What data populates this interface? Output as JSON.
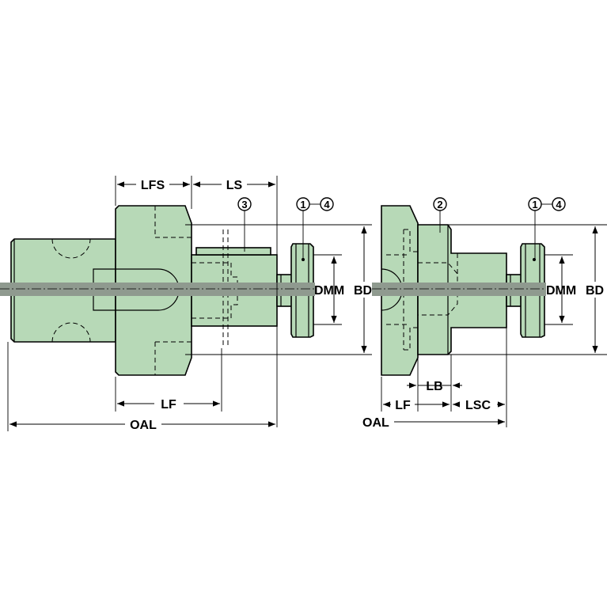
{
  "colors": {
    "body": "#b7d9b7",
    "axis": "#8f9a8f",
    "line": "#000000"
  },
  "left_view": {
    "dimensions": {
      "lfs": "LFS",
      "ls": "LS",
      "lf": "LF",
      "oal": "OAL",
      "dmm": "DMM",
      "bd": "BD"
    },
    "callouts": {
      "three": "3",
      "one": "1",
      "four": "4"
    }
  },
  "right_view": {
    "dimensions": {
      "lb": "LB",
      "lf": "LF",
      "lsc": "LSC",
      "oal": "OAL",
      "dmm": "DMM",
      "bd": "BD"
    },
    "callouts": {
      "two": "2",
      "one": "1",
      "four": "4"
    }
  }
}
